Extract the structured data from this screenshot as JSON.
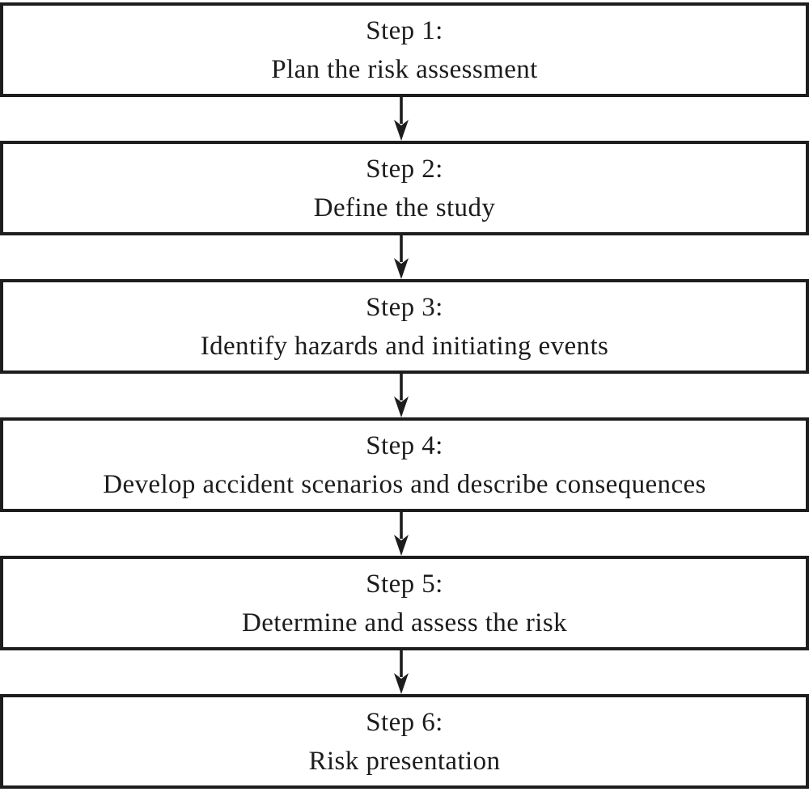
{
  "colors": {
    "border": "#1d1d1d",
    "text": "#1c1c1c",
    "background": "#ffffff",
    "arrow": "#1d1d1d"
  },
  "steps": [
    {
      "label": "Step 1:",
      "description": "Plan the risk assessment"
    },
    {
      "label": "Step 2:",
      "description": "Define the study"
    },
    {
      "label": "Step 3:",
      "description": "Identify hazards and initiating events"
    },
    {
      "label": "Step 4:",
      "description": "Develop accident scenarios and describe consequences"
    },
    {
      "label": "Step 5:",
      "description": "Determine and assess the risk"
    },
    {
      "label": "Step 6:",
      "description": "Risk presentation"
    }
  ]
}
